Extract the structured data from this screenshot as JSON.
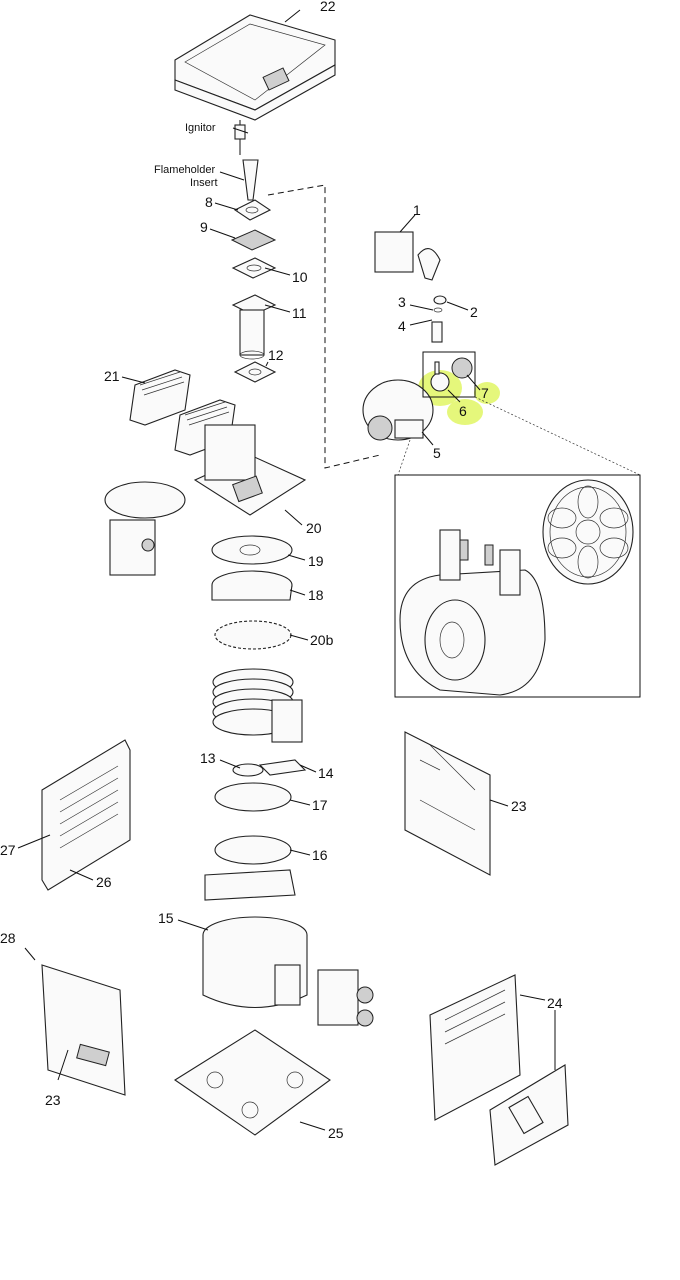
{
  "labels": {
    "p1": "1",
    "p2": "2",
    "p3": "3",
    "p4": "4",
    "p5": "5",
    "p6": "6",
    "p7": "7",
    "p8": "8",
    "p9": "9",
    "p10": "10",
    "p11": "11",
    "p12": "12",
    "p13": "13",
    "p14": "14",
    "p15": "15",
    "p16": "16",
    "p17": "17",
    "p18": "18",
    "p19": "19",
    "p20": "20",
    "p20b": "20b",
    "p21": "21",
    "p22": "22",
    "p23a": "23",
    "p23b": "23",
    "p24": "24",
    "p25": "25",
    "p26": "26",
    "p27": "27",
    "p28": "28",
    "ignitor": "Ignitor",
    "flameholder_1": "Flameholder",
    "flameholder_2": "Insert"
  },
  "highlight_color": "#dff55a"
}
